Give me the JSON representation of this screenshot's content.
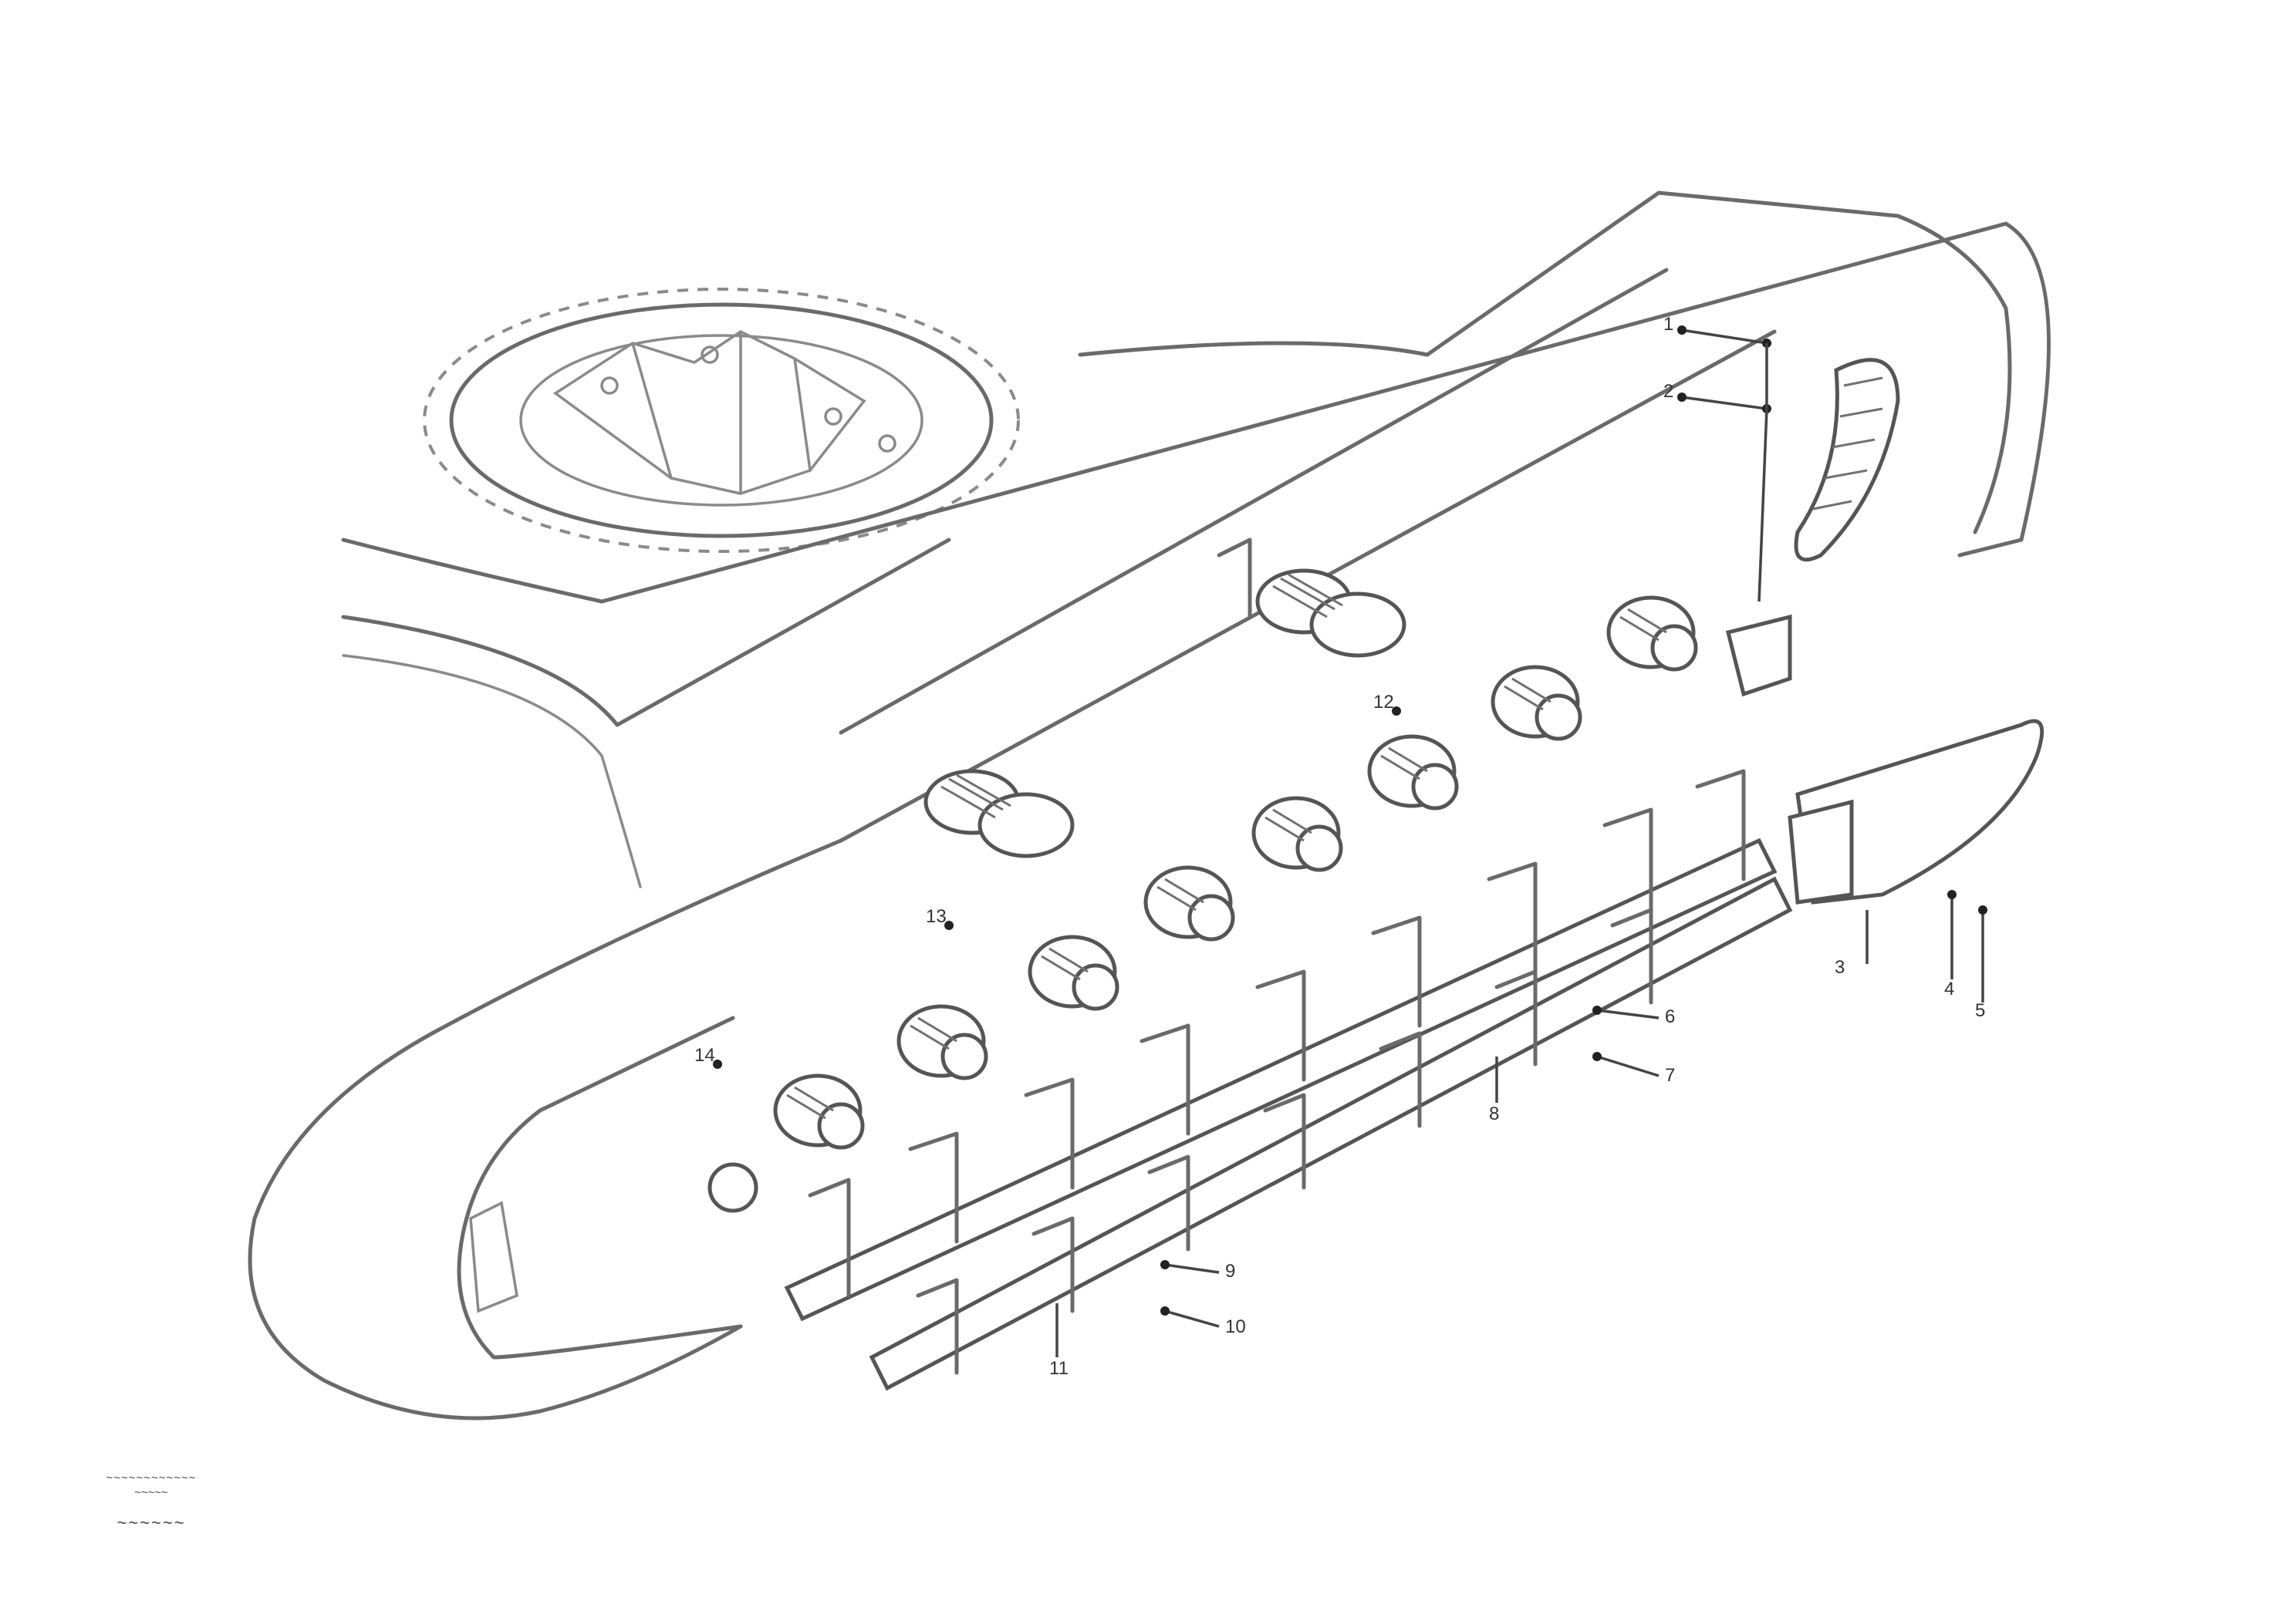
{
  "diagram": {
    "callouts": [
      {
        "id": "c1",
        "label": "1"
      },
      {
        "id": "c2",
        "label": "2"
      },
      {
        "id": "c3",
        "label": "3"
      },
      {
        "id": "c4",
        "label": "4"
      },
      {
        "id": "c5",
        "label": "5"
      },
      {
        "id": "c6",
        "label": "6"
      },
      {
        "id": "c7",
        "label": "7"
      },
      {
        "id": "c8",
        "label": "8"
      },
      {
        "id": "c9",
        "label": "9"
      },
      {
        "id": "c10",
        "label": "10"
      },
      {
        "id": "c11",
        "label": "11"
      },
      {
        "id": "c12",
        "label": "12"
      },
      {
        "id": "c13",
        "label": "13"
      },
      {
        "id": "c14",
        "label": "14"
      }
    ]
  },
  "reference": {
    "line1": "~~~~~~~~~~~~",
    "line2": "~~~~~",
    "code": "~~~~~~"
  }
}
